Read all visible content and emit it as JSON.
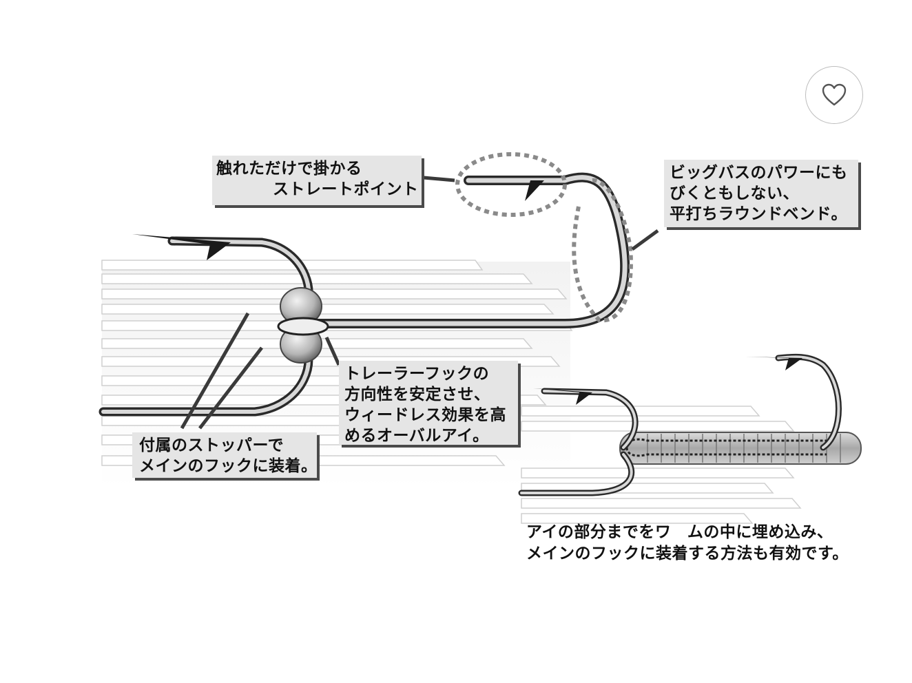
{
  "callouts": {
    "straight_point": [
      "触れただけで掛かる",
      "ストレートポイント"
    ],
    "round_bend": [
      "ビッグバスのパワーにも",
      "びくともしない、",
      "平打ちラウンドベンド。"
    ],
    "oval_eye": [
      "トレーラーフックの",
      "方向性を安定させ、",
      "ウィードレス効果を高",
      "めるオーバルアイ。"
    ],
    "stopper": [
      "付属のストッパーで",
      "メインのフックに装着。"
    ],
    "worm_method": [
      "アイの部分までをワ　ムの中に埋め込み、",
      "メインのフックに装着する方法も有効です。"
    ]
  },
  "favorite_button": {
    "icon": "heart-icon"
  }
}
